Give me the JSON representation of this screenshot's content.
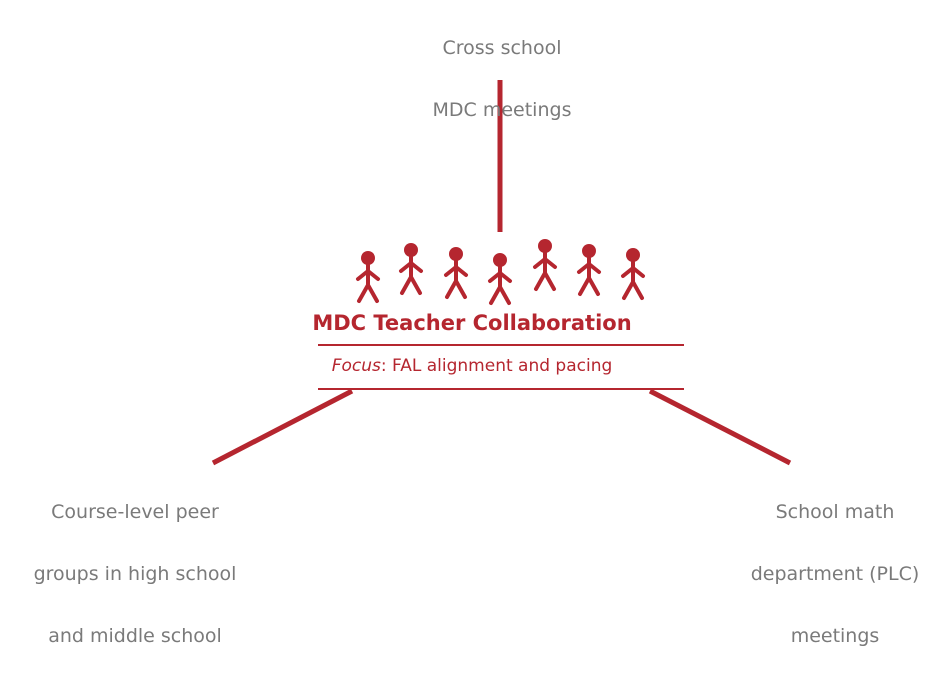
{
  "colors": {
    "accent": "#b5262f",
    "label_text": "#7a7a7a"
  },
  "top_node": {
    "line1": "Cross school",
    "line2": "MDC meetings"
  },
  "center": {
    "title": "MDC Teacher Collaboration",
    "focus_label": "Focus",
    "focus_text": ": FAL alignment and pacing",
    "figure_icons": [
      "person-icon",
      "person-icon",
      "person-icon",
      "person-icon",
      "person-icon",
      "person-icon",
      "person-icon"
    ]
  },
  "left_node": {
    "line1": "Course-level peer",
    "line2": "groups in high school",
    "line3": "and middle school"
  },
  "right_node": {
    "line1": "School math",
    "line2": "department (PLC)",
    "line3": "meetings"
  }
}
